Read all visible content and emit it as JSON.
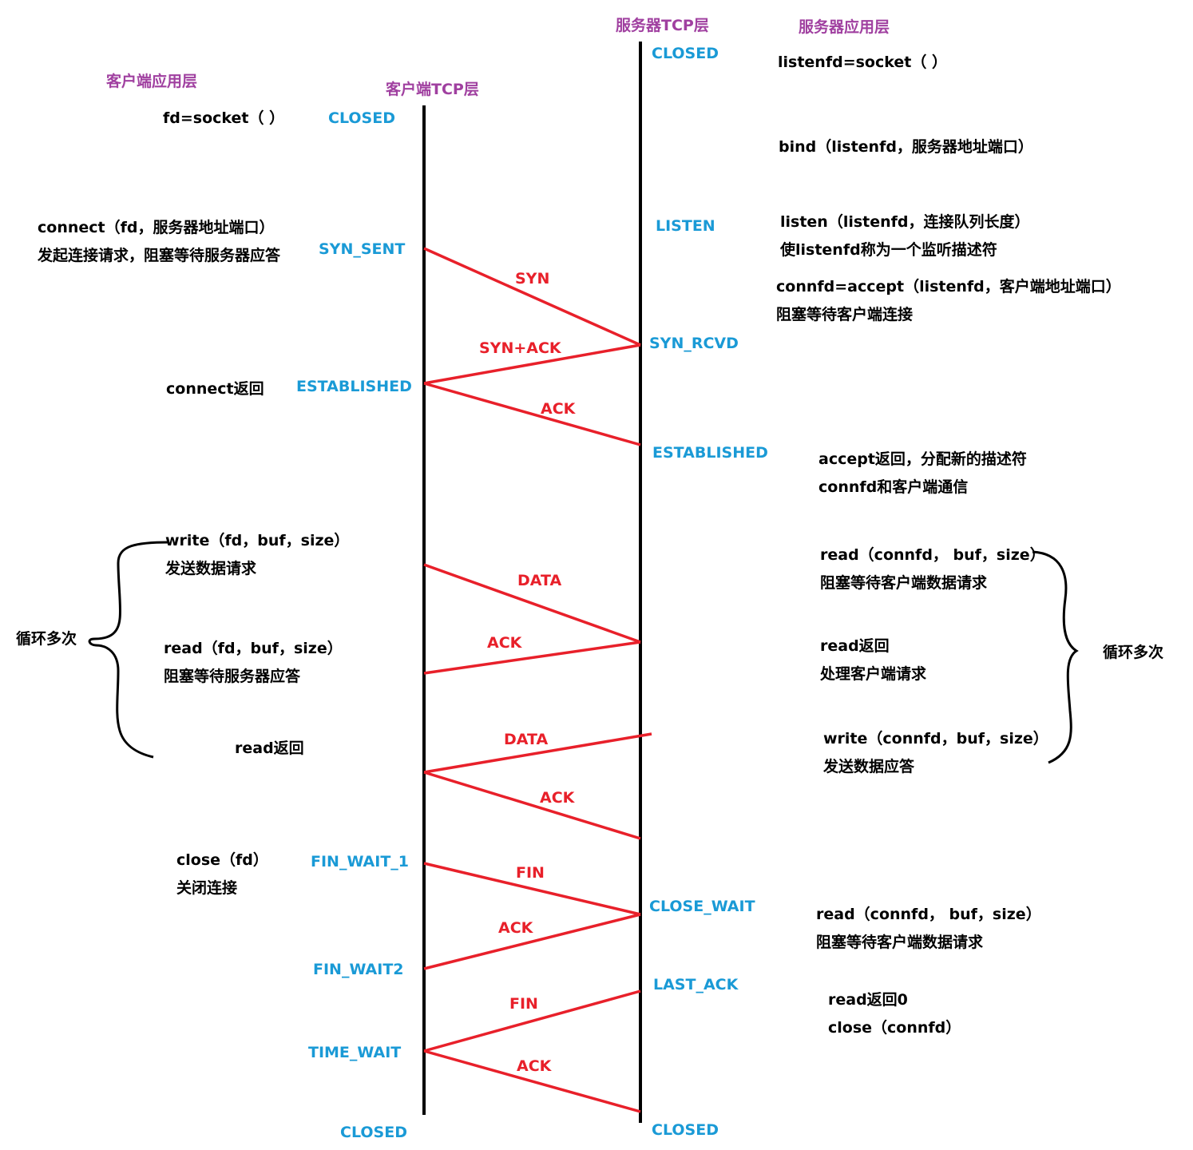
{
  "colors": {
    "header": "#a040a0",
    "state": "#1a9ad6",
    "message": "#e8202a",
    "text": "#000000",
    "line": "#000000"
  },
  "headers": {
    "client_app": "客户端应用层",
    "client_tcp": "客户端TCP层",
    "server_tcp": "服务器TCP层",
    "server_app": "服务器应用层"
  },
  "client_states": [
    "CLOSED",
    "SYN_SENT",
    "ESTABLISHED",
    "FIN_WAIT_1",
    "FIN_WAIT2",
    "TIME_WAIT",
    "CLOSED"
  ],
  "server_states": [
    "CLOSED",
    "LISTEN",
    "SYN_RCVD",
    "ESTABLISHED",
    "CLOSE_WAIT",
    "LAST_ACK",
    "CLOSED"
  ],
  "messages": [
    "SYN",
    "SYN+ACK",
    "ACK",
    "DATA",
    "ACK",
    "DATA",
    "ACK",
    "FIN",
    "ACK",
    "FIN",
    "ACK"
  ],
  "client_notes": [
    "fd=socket（ ）",
    "connect（fd，服务器地址端口）",
    "发起连接请求，阻塞等待服务器应答",
    "connect返回",
    "write（fd，buf，size）",
    "发送数据请求",
    "read（fd，buf，size）",
    "阻塞等待服务器应答",
    "read返回",
    "close（fd）",
    "关闭连接"
  ],
  "server_notes": [
    "listenfd=socket（ ）",
    "bind（listenfd，服务器地址端口）",
    "listen（listenfd，连接队列长度）",
    "使listenfd称为一个监听描述符",
    "connfd=accept（listenfd，客户端地址端口）",
    "阻塞等待客户端连接",
    "accept返回，分配新的描述符",
    "connfd和客户端通信",
    "read（connfd， buf，size）",
    "阻塞等待客户端数据请求",
    "read返回",
    "处理客户端请求",
    "write（connfd，buf，size）",
    "发送数据应答",
    "read（connfd， buf，size）",
    "阻塞等待客户端数据请求",
    "read返回0",
    "close（connfd）"
  ],
  "loop_labels": {
    "client": "循环多次",
    "server": "循环多次"
  }
}
